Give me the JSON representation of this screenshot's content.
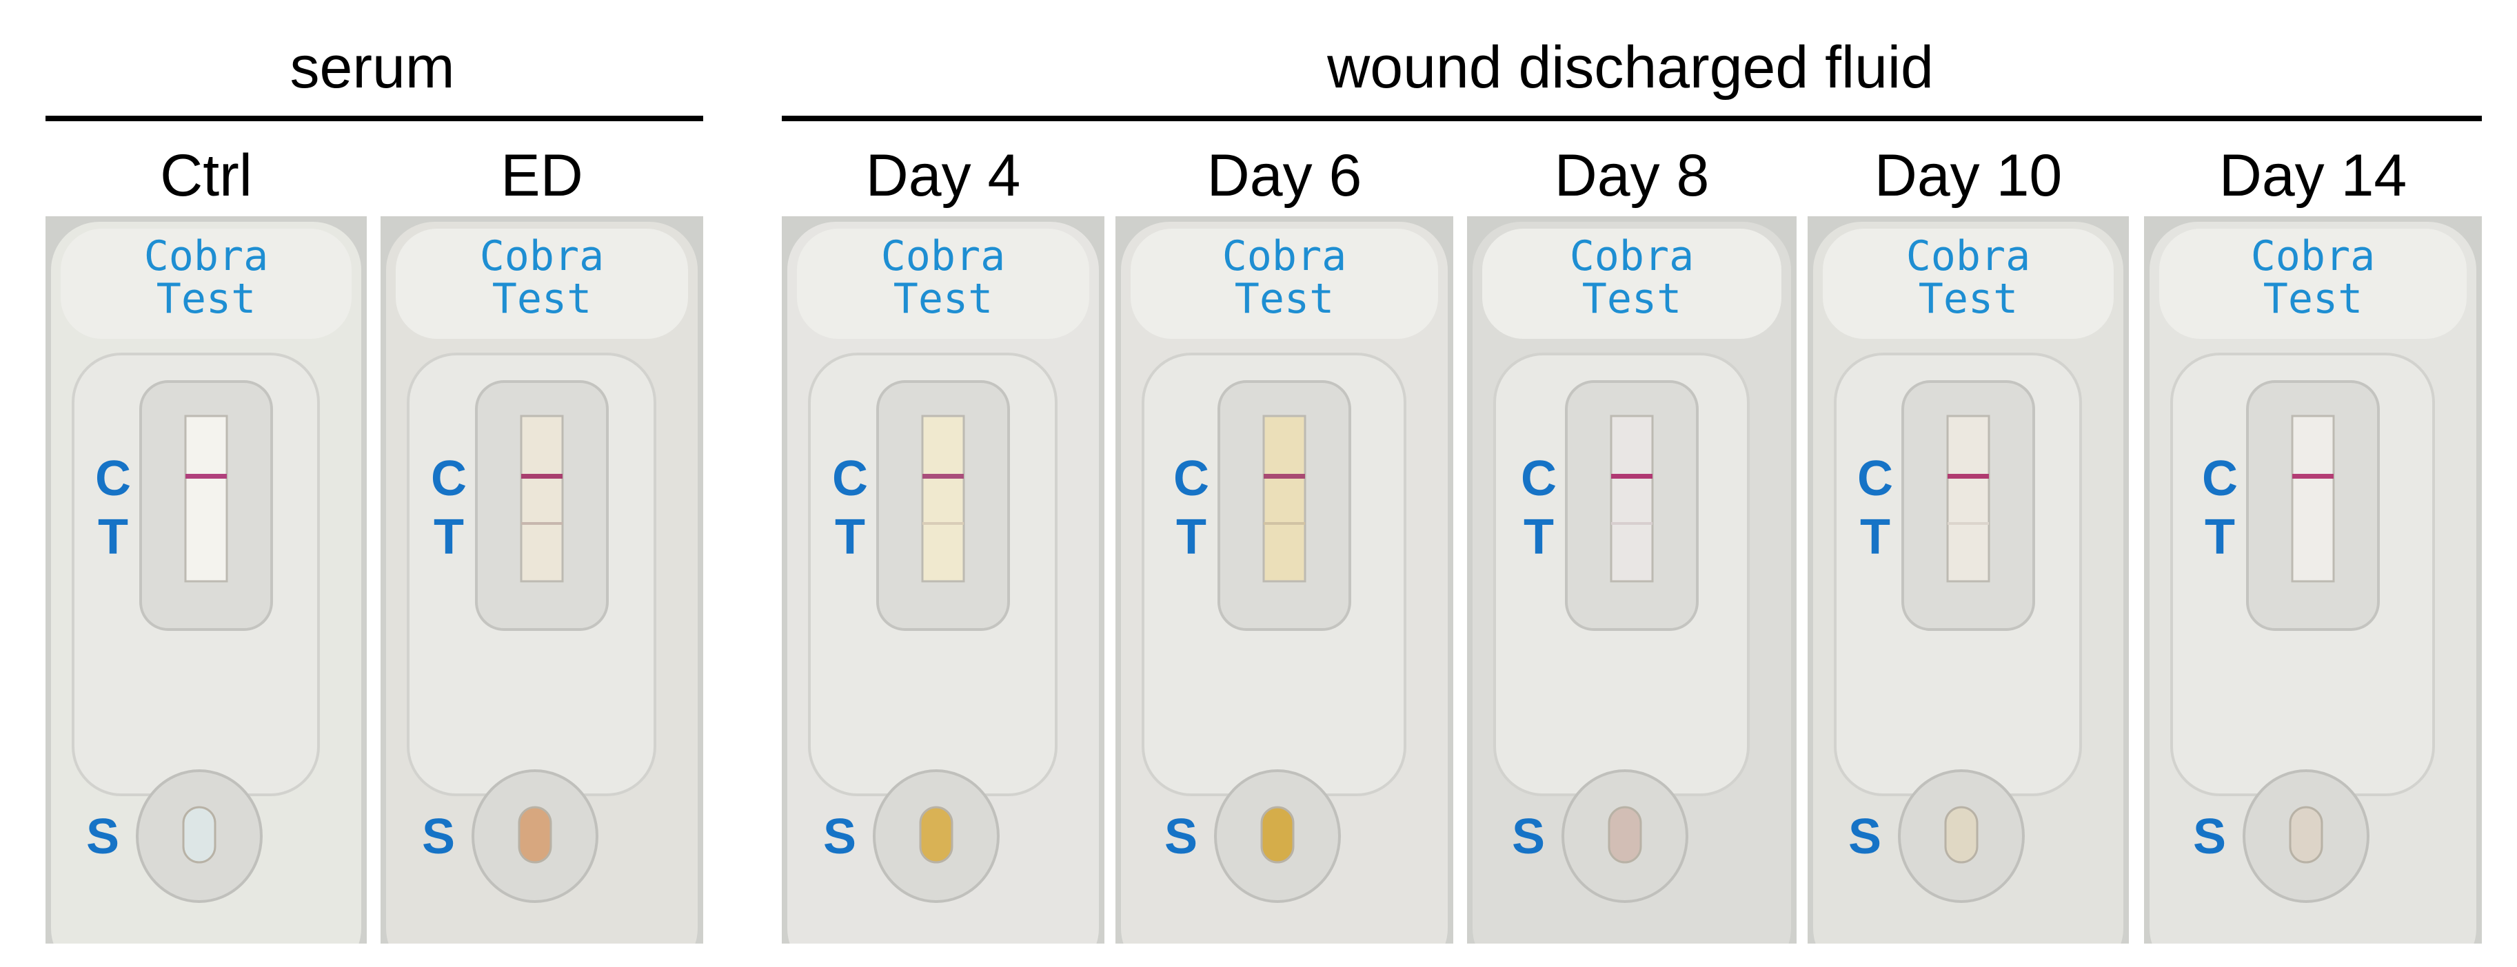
{
  "groups": [
    {
      "title": "serum"
    },
    {
      "title": "wound discharged fluid"
    }
  ],
  "panels": [
    {
      "label": "Ctrl",
      "brand_line1": "Cobra",
      "brand_line2": "Test",
      "c_label": "C",
      "t_label": "T",
      "s_label": "S",
      "strip_color": "#f4f3ee",
      "sample_color": "#dde6e6",
      "c_line": "#b0407c",
      "t_line": "none",
      "housing": "#e7e8e2"
    },
    {
      "label": "ED",
      "brand_line1": "Cobra",
      "brand_line2": "Test",
      "c_label": "C",
      "t_label": "T",
      "s_label": "S",
      "strip_color": "#ece6d8",
      "sample_color": "#d7a77f",
      "c_line": "#a83f6e",
      "t_line": "#c7b7ae",
      "housing": "#e2e1dc"
    },
    {
      "label": "Day 4",
      "brand_line1": "Cobra",
      "brand_line2": "Test",
      "c_label": "C",
      "t_label": "T",
      "s_label": "S",
      "strip_color": "#f0e9cf",
      "sample_color": "#d9b255",
      "c_line": "#a94e7b",
      "t_line": "#d9cdb8",
      "housing": "#e6e5e2"
    },
    {
      "label": "Day 6",
      "brand_line1": "Cobra",
      "brand_line2": "Test",
      "c_label": "C",
      "t_label": "T",
      "s_label": "S",
      "strip_color": "#ebdfb9",
      "sample_color": "#d5ad4a",
      "c_line": "#a84a72",
      "t_line": "#d1c3a4",
      "housing": "#e4e3df"
    },
    {
      "label": "Day 8",
      "brand_line1": "Cobra",
      "brand_line2": "Test",
      "c_label": "C",
      "t_label": "T",
      "s_label": "S",
      "strip_color": "#e9e6e4",
      "sample_color": "#d2beb5",
      "c_line": "#b03872",
      "t_line": "#d8cfcf",
      "housing": "#dcdcd8"
    },
    {
      "label": "Day 10",
      "brand_line1": "Cobra",
      "brand_line2": "Test",
      "c_label": "C",
      "t_label": "T",
      "s_label": "S",
      "strip_color": "#ece8e0",
      "sample_color": "#e0d8c4",
      "c_line": "#b03b70",
      "t_line": "#dcd5cd",
      "housing": "#e2e2dd"
    },
    {
      "label": "Day 14",
      "brand_line1": "Cobra",
      "brand_line2": "Test",
      "c_label": "C",
      "t_label": "T",
      "s_label": "S",
      "strip_color": "#efede9",
      "sample_color": "#ddd4c8",
      "c_line": "#b33d74",
      "t_line": "none",
      "housing": "#e4e4e0"
    }
  ]
}
